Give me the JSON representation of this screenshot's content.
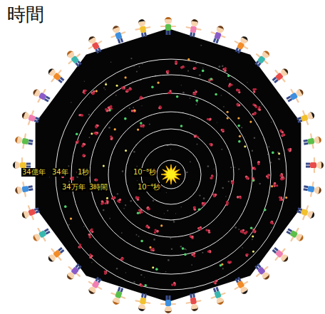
{
  "diagram": {
    "title": "時間",
    "labels": [
      "34億年",
      "34年",
      "1秒",
      "10⁻⁸秒",
      "34万年",
      "3時間",
      "10⁻⁴秒"
    ]
  }
}
